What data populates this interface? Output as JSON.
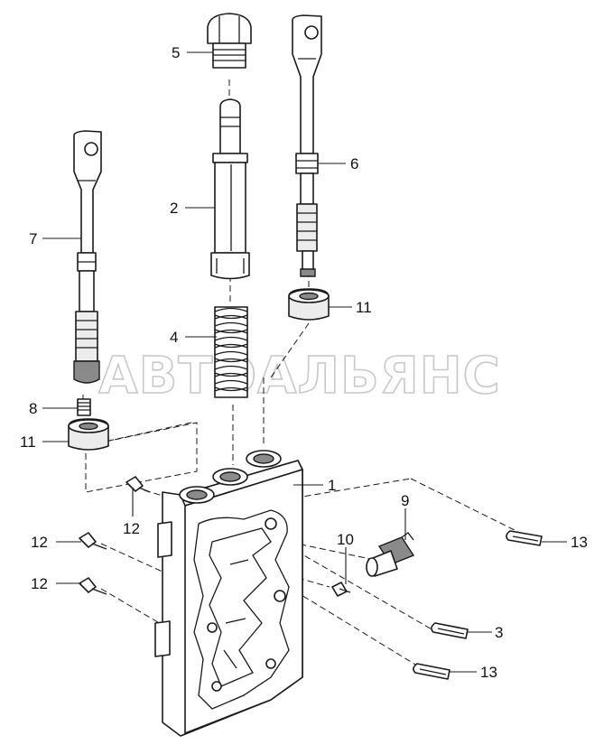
{
  "watermark": "АВТОАЛЬЯНС",
  "callouts": [
    {
      "id": "c5",
      "text": "5"
    },
    {
      "id": "c6",
      "text": "6"
    },
    {
      "id": "c2",
      "text": "2"
    },
    {
      "id": "c7",
      "text": "7"
    },
    {
      "id": "c11a",
      "text": "11"
    },
    {
      "id": "c4",
      "text": "4"
    },
    {
      "id": "c8",
      "text": "8"
    },
    {
      "id": "c11b",
      "text": "11"
    },
    {
      "id": "c1",
      "text": "1"
    },
    {
      "id": "c12a",
      "text": "12"
    },
    {
      "id": "c9",
      "text": "9"
    },
    {
      "id": "c13a",
      "text": "13"
    },
    {
      "id": "c12b",
      "text": "12"
    },
    {
      "id": "c10",
      "text": "10"
    },
    {
      "id": "c12c",
      "text": "12"
    },
    {
      "id": "c3",
      "text": "3"
    },
    {
      "id": "c13b",
      "text": "13"
    }
  ]
}
